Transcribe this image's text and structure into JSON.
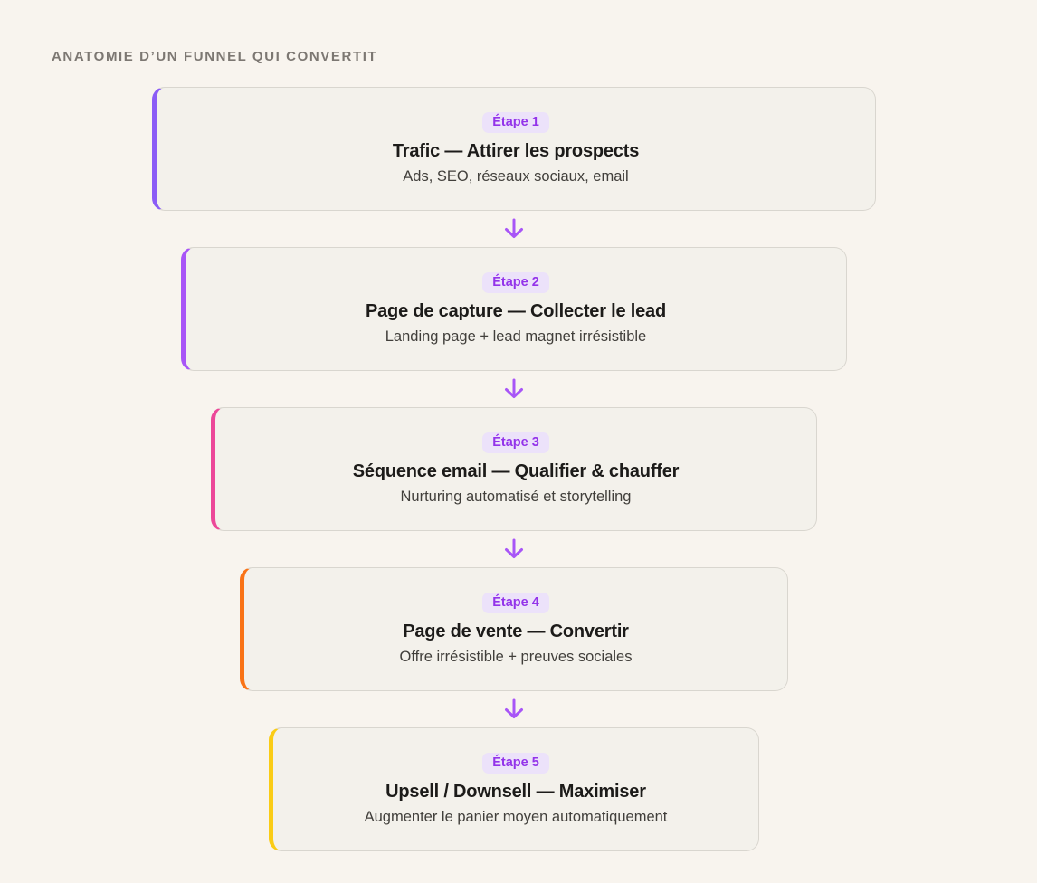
{
  "page": {
    "heading": "ANATOMIE D’UN FUNNEL QUI CONVERTIT",
    "heading_color": "#7c7772",
    "background_color": "#f8f4ee",
    "card_background": "#f3f1eb",
    "card_border_color": "#d9d6cf"
  },
  "arrow": {
    "name": "down-arrow",
    "color": "#a855f7"
  },
  "badge_style": {
    "background": "#ece2fa",
    "text_color": "#9333ea"
  },
  "steps": [
    {
      "badge": "Étape 1",
      "title": "Trafic — Attirer les prospects",
      "subtitle": "Ads, SEO, réseaux sociaux, email",
      "accent_color": "#8b5cf6"
    },
    {
      "badge": "Étape 2",
      "title": "Page de capture — Collecter le lead",
      "subtitle": "Landing page + lead magnet irrésistible",
      "accent_color": "#a855f7"
    },
    {
      "badge": "Étape 3",
      "title": "Séquence email — Qualifier & chauffer",
      "subtitle": "Nurturing automatisé et storytelling",
      "accent_color": "#ec4899"
    },
    {
      "badge": "Étape 4",
      "title": "Page de vente — Convertir",
      "subtitle": "Offre irrésistible + preuves sociales",
      "accent_color": "#f97316"
    },
    {
      "badge": "Étape 5",
      "title": "Upsell / Downsell — Maximiser",
      "subtitle": "Augmenter le panier moyen automatiquement",
      "accent_color": "#facc15"
    }
  ]
}
